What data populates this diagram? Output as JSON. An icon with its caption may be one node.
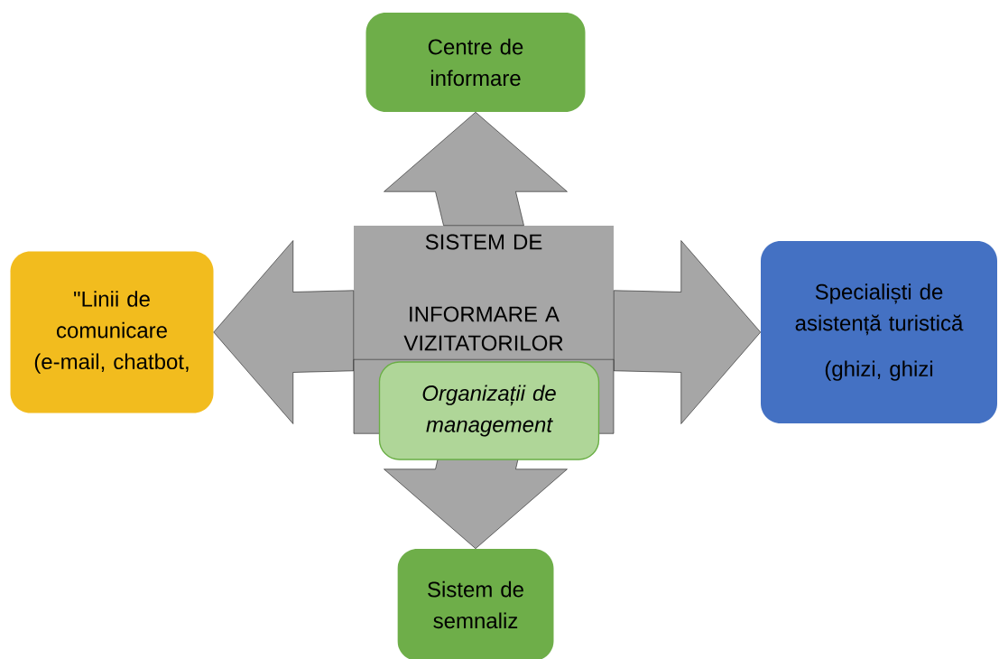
{
  "diagram": {
    "nodes": [
      {
        "text": [
          "SISTEM DE INFORMARE A VIZITATORILOR"
        ]
      },
      {
        "text": [
          "Centre de informare"
        ]
      },
      {
        "text": [
          "\"Linii de comunicare (e-mail, chatbot,"
        ]
      },
      {
        "text": [
          "Specialiști de asistență turistică",
          "(ghizi, ghizi"
        ]
      },
      {
        "text": [
          "Sistem de semnaliz"
        ]
      },
      {
        "text": [
          "Organizații de management"
        ]
      }
    ],
    "edges": [
      {
        "from": 0,
        "to": 1,
        "arrow": "to"
      },
      {
        "from": 0,
        "to": 2,
        "arrow": "to"
      },
      {
        "from": 0,
        "to": 3,
        "arrow": "to"
      },
      {
        "from": 0,
        "to": 4,
        "arrow": "to"
      }
    ]
  }
}
